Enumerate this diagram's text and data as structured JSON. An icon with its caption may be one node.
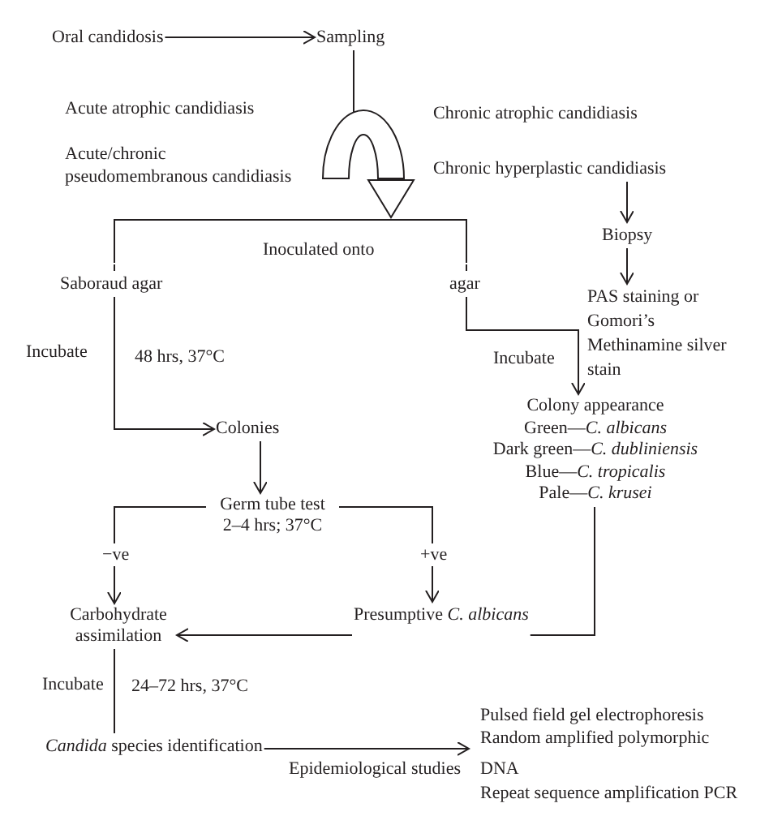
{
  "diagram": {
    "nodes": [
      {
        "text": [
          "Oral candidosis"
        ]
      },
      {
        "text": [
          "Sampling"
        ]
      },
      {
        "text": [
          "Inoculated onto"
        ]
      },
      {
        "text": [
          "Saboraud agar"
        ]
      },
      {
        "text": [
          "agar"
        ]
      },
      {
        "text": [
          "Chronic hyperplastic candidiasis"
        ]
      },
      {
        "text": [
          "Biopsy"
        ]
      },
      {
        "text": [
          "PAS staining or Gomori’s Methinamine silver stain"
        ]
      },
      {
        "text": [
          "Colony appearance",
          "Green—*C. albicans*",
          "Dark green—*C. dubliniensis*",
          "Blue—*C. tropicalis*",
          "Pale—*C. krusei*"
        ]
      },
      {
        "text": [
          "Colonies"
        ]
      },
      {
        "text": [
          "Germ tube test",
          "2–4 hrs; 37°C"
        ]
      },
      {
        "text": [
          "Carbohydrate assimilation"
        ]
      },
      {
        "text": [
          "Presumptive *C. albicans*"
        ]
      },
      {
        "text": [
          "*Candida* species identification"
        ]
      },
      {
        "text": [
          "Pulsed field gel electrophoresis",
          "Random amplified polymorphic",
          "DNA",
          "Repeat sequence amplification PCR"
        ]
      }
    ],
    "edges": [
      {
        "from": 0,
        "to": 1,
        "arrow": "to"
      },
      {
        "from": 1,
        "to": 2,
        "arrow": "to"
      },
      {
        "from": 2,
        "to": 3,
        "arrow": "none"
      },
      {
        "from": 2,
        "to": 4,
        "arrow": "none"
      },
      {
        "from": 5,
        "to": 6,
        "arrow": "to"
      },
      {
        "from": 6,
        "to": 7,
        "arrow": "to"
      },
      {
        "from": 4,
        "to": 8,
        "arrow": "to",
        "label": "Incubate"
      },
      {
        "from": 3,
        "to": 9,
        "arrow": "to",
        "label": "48 hrs, 37°C"
      },
      {
        "from": 9,
        "to": 10,
        "arrow": "to"
      },
      {
        "from": 10,
        "to": 11,
        "arrow": "to",
        "label": "−ve"
      },
      {
        "from": 10,
        "to": 12,
        "arrow": "to",
        "label": "+ve"
      },
      {
        "from": 8,
        "to": 12,
        "arrow": "none"
      },
      {
        "from": 12,
        "to": 11,
        "arrow": "to"
      },
      {
        "from": 11,
        "to": 13,
        "arrow": "none",
        "label": "24–72 hrs, 37°C"
      },
      {
        "from": 13,
        "to": 14,
        "arrow": "to",
        "label": "Epidemiological studies"
      }
    ],
    "labels": [
      "Acute atrophic candidiasis",
      "Acute/chronic pseudomembranous candidiasis",
      "Chronic atrophic candidiasis",
      "Incubate",
      "Incubate"
    ]
  }
}
